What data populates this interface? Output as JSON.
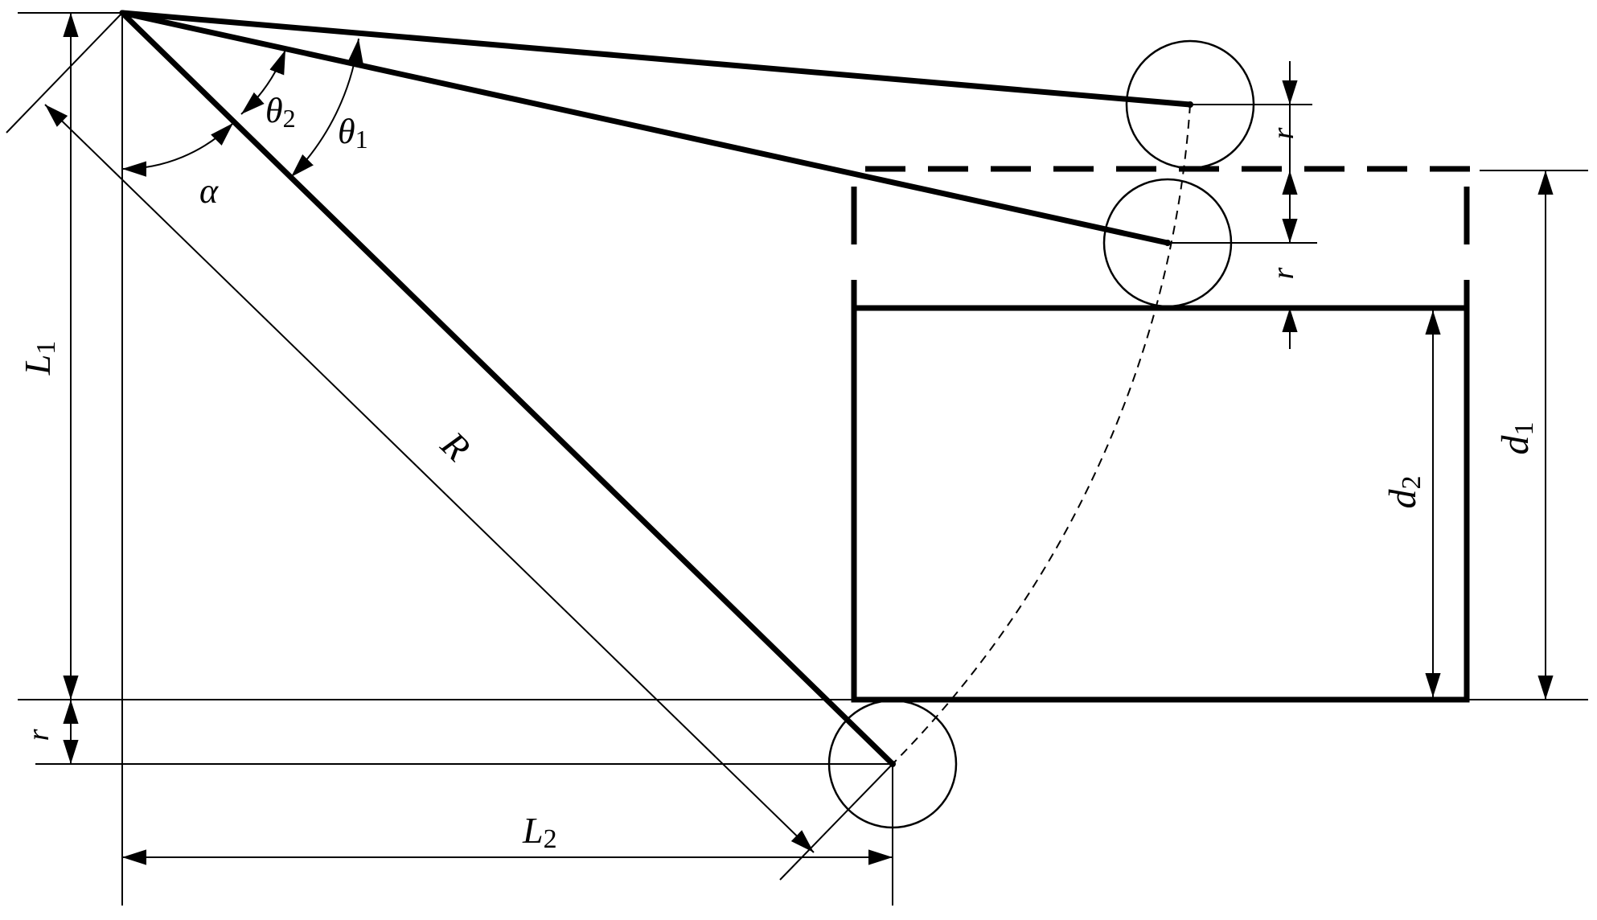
{
  "labels": {
    "L1": {
      "main": "L",
      "sub": "1"
    },
    "L2": {
      "main": "L",
      "sub": "2"
    },
    "R": "R",
    "alpha": "α",
    "theta1": {
      "main": "θ",
      "sub": "1"
    },
    "theta2": {
      "main": "θ",
      "sub": "2"
    },
    "r": "r",
    "d1": {
      "main": "d",
      "sub": "1"
    },
    "d2": {
      "main": "d",
      "sub": "2"
    }
  }
}
